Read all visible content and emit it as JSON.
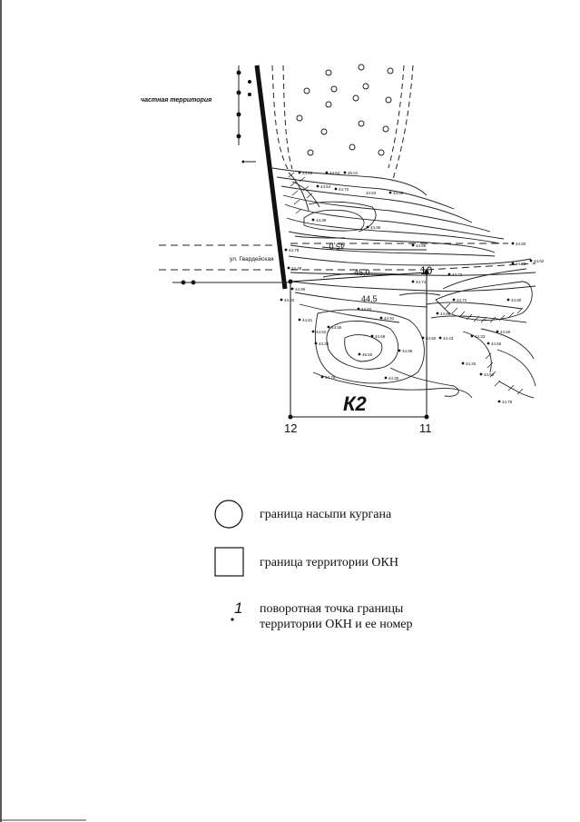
{
  "map": {
    "labels": {
      "private_territory": "частная территория",
      "street": "ул. Гвардейская",
      "area_id": "К2"
    },
    "corner_points": [
      "12",
      "11",
      "10"
    ],
    "contour_labels": [
      "45,0",
      "44,5",
      "45,0"
    ],
    "spot_elevations": [
      "44.83",
      "45.01",
      "44.54",
      "44.72",
      "44.84",
      "44.39",
      "44.39",
      "44.95",
      "44.79",
      "44.96",
      "44.60",
      "44.73",
      "44.73",
      "44.74",
      "44.90",
      "44.50",
      "44.81",
      "44.55",
      "44.93",
      "44.91",
      "44.68",
      "44.36",
      "44.72",
      "44.90",
      "44.89",
      "44.50",
      "44.96",
      "45.50",
      "44.35",
      "44.78",
      "44.43",
      "44.33",
      "44.25",
      "44.53",
      "44.65",
      "44.76",
      "44.50",
      "44.62",
      "44.52",
      "44.48",
      "44.52"
    ]
  },
  "legend": {
    "mound_boundary": "граница насыпи кургана",
    "okn_territory_boundary": "граница территории ОКН",
    "turning_point_line1": "поворотная точка границы",
    "turning_point_line2": "территории ОКН и ее номер",
    "turning_point_symbol": "1"
  }
}
